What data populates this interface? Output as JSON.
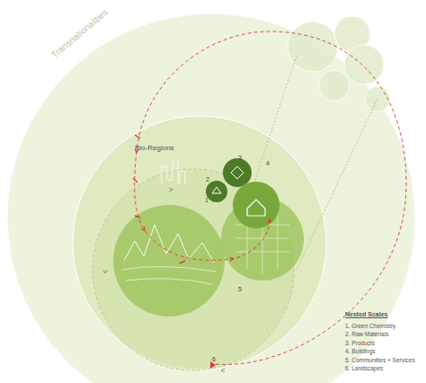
{
  "diagram": {
    "nodes": [
      {
        "text": [
          "Transnationalities"
        ]
      },
      {
        "text": [
          "Bio-Regions"
        ],
        "in": 0
      }
    ],
    "labels": [
      "Nested Scales",
      "1",
      "2",
      "3",
      "4",
      "5",
      "6"
    ],
    "legend": [
      {
        "text": "1. Green Chemistry"
      },
      {
        "text": "2. Raw Materials"
      },
      {
        "text": "3. Products"
      },
      {
        "text": "4. Buildings"
      },
      {
        "text": "5. Communities + Services"
      },
      {
        "text": "6. Landscapes"
      }
    ]
  }
}
